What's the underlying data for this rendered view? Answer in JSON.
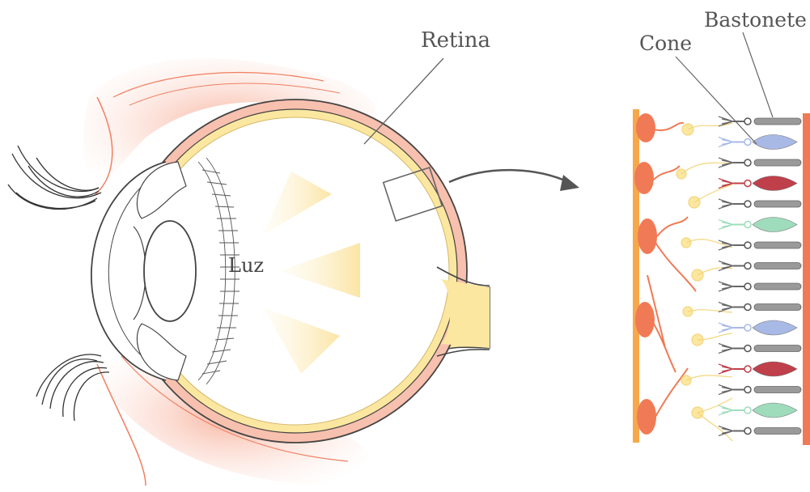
{
  "labels": {
    "retina": "Retina",
    "luz": "Luz",
    "cone": "Cone",
    "bastonete": "Bastonete"
  },
  "colors": {
    "skin": "#f8b9a4",
    "sclera_edge": "#f07f62",
    "retina_yellow": "#fbe7a0",
    "light_beam": "#fbe6a6",
    "ganglion": "#f07a55",
    "cone_blue": "#a8b9e6",
    "cone_red": "#bf3f4a",
    "cone_green": "#9fdcbc",
    "rod_gray": "#9a9a9a",
    "outline": "#444444"
  },
  "photoreceptor_column": [
    "rod",
    "cone-blue",
    "rod",
    "cone-red",
    "rod",
    "cone-green",
    "rod",
    "rod",
    "rod",
    "rod",
    "cone-blue",
    "rod",
    "cone-red",
    "rod",
    "cone-green",
    "rod"
  ],
  "icons": [
    "eye-cross-section",
    "eyelash",
    "retina-zoom-box",
    "zoom-arrow",
    "retina-cell-layer"
  ]
}
